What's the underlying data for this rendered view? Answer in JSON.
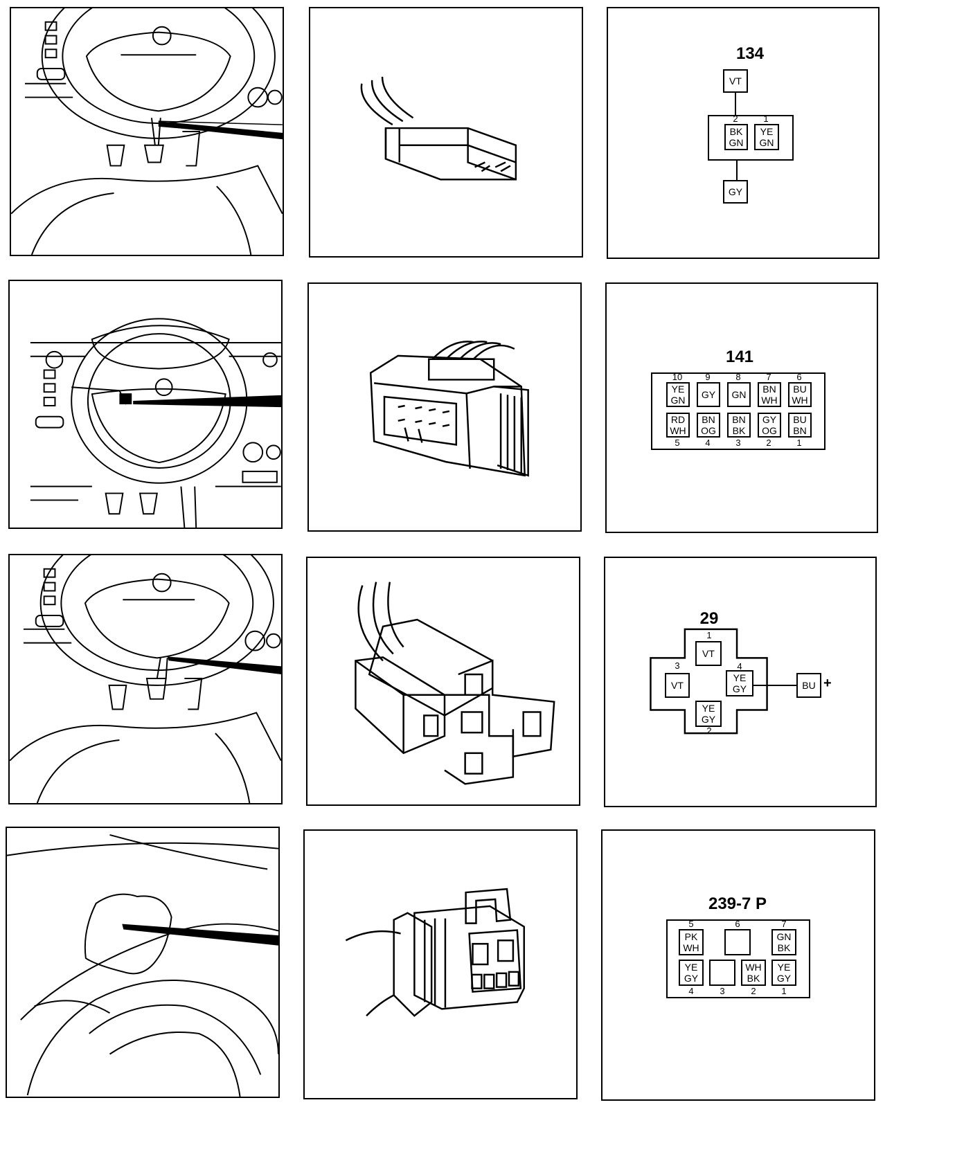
{
  "connectors": [
    {
      "id": "134",
      "wires_top": [
        "VT"
      ],
      "pins": [
        {
          "num": "2",
          "colors": [
            "BK",
            "GN"
          ]
        },
        {
          "num": "1",
          "colors": [
            "YE",
            "GN"
          ]
        }
      ],
      "wires_bottom": [
        "GY"
      ]
    },
    {
      "id": "141",
      "pins_top": [
        {
          "num": "10",
          "colors": [
            "YE",
            "GN"
          ]
        },
        {
          "num": "9",
          "colors": [
            "GY"
          ]
        },
        {
          "num": "8",
          "colors": [
            "GN"
          ]
        },
        {
          "num": "7",
          "colors": [
            "BN",
            "WH"
          ]
        },
        {
          "num": "6",
          "colors": [
            "BU",
            "WH"
          ]
        }
      ],
      "pins_bottom": [
        {
          "num": "5",
          "colors": [
            "RD",
            "WH"
          ]
        },
        {
          "num": "4",
          "colors": [
            "BN",
            "OG"
          ]
        },
        {
          "num": "3",
          "colors": [
            "BN",
            "BK"
          ]
        },
        {
          "num": "2",
          "colors": [
            "GY",
            "OG"
          ]
        },
        {
          "num": "1",
          "colors": [
            "BU",
            "BN"
          ]
        }
      ]
    },
    {
      "id": "29",
      "pins": [
        {
          "num": "1",
          "colors": [
            "VT"
          ]
        },
        {
          "num": "3",
          "colors": [
            "VT"
          ]
        },
        {
          "num": "4",
          "colors": [
            "YE",
            "GY"
          ]
        },
        {
          "num": "2",
          "colors": [
            "YE",
            "GY"
          ]
        }
      ],
      "external": {
        "colors": [
          "BU"
        ],
        "sign": "+"
      }
    },
    {
      "id": "239-7 P",
      "pins_top": [
        {
          "num": "5",
          "colors": [
            "PK",
            "WH"
          ]
        },
        {
          "num": "6",
          "colors": []
        },
        {
          "num": "7",
          "colors": [
            "GN",
            "BK"
          ]
        }
      ],
      "pins_bottom": [
        {
          "num": "4",
          "colors": [
            "YE",
            "GY"
          ]
        },
        {
          "num": "3",
          "colors": []
        },
        {
          "num": "2",
          "colors": [
            "WH",
            "BK"
          ]
        },
        {
          "num": "1",
          "colors": [
            "YE",
            "GY"
          ]
        }
      ]
    }
  ]
}
